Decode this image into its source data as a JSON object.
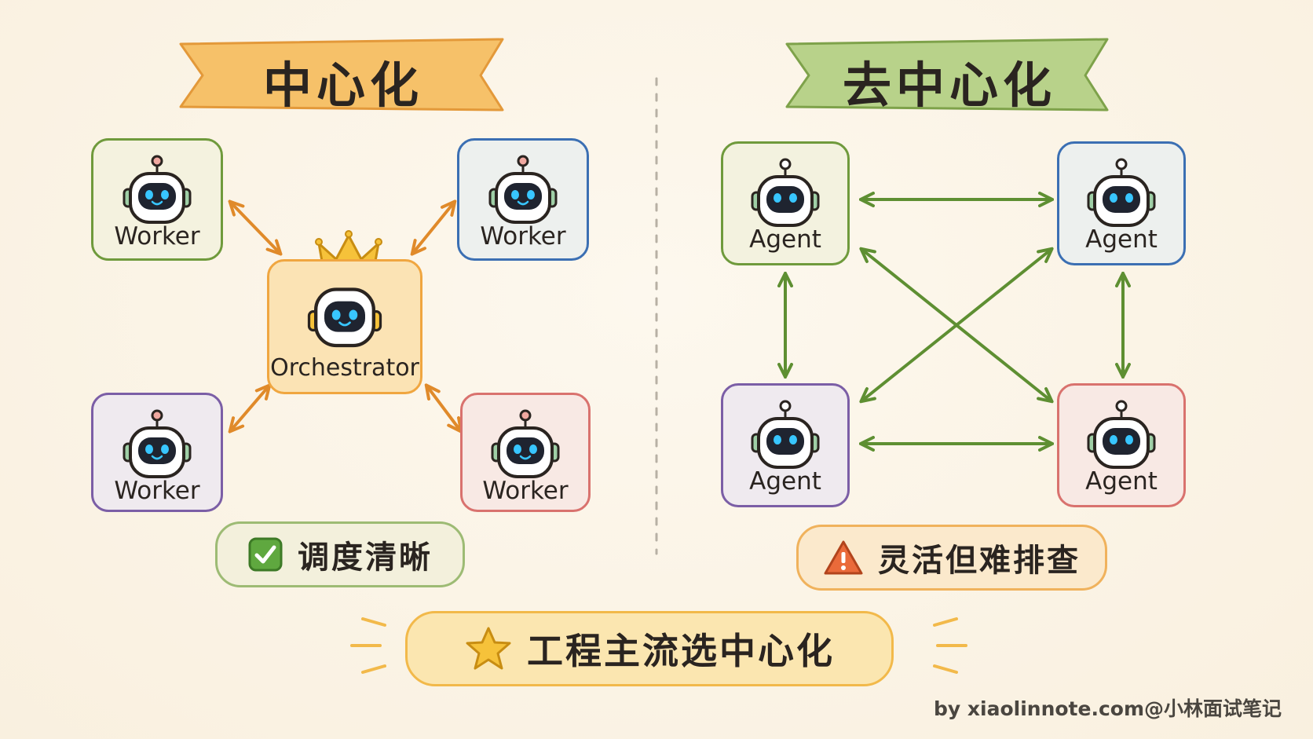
{
  "left_panel": {
    "title": "中心化",
    "orchestrator_label": "Orchestrator",
    "workers": [
      "Worker",
      "Worker",
      "Worker",
      "Worker"
    ],
    "summary": "调度清晰",
    "summary_icon": "check-icon"
  },
  "right_panel": {
    "title": "去中心化",
    "agents": [
      "Agent",
      "Agent",
      "Agent",
      "Agent"
    ],
    "summary": "灵活但难排查",
    "summary_icon": "warning-icon"
  },
  "conclusion": {
    "text": "工程主流选中心化",
    "icon": "star-icon"
  },
  "footer": "by xiaolinnote.com@小林面试笔记",
  "colors": {
    "orange": "#f0a640",
    "green": "#6f9a3c",
    "blue": "#3b6fb3",
    "purple": "#7b5ea6",
    "red": "#d9726e",
    "arrow_orange": "#e08a2a",
    "arrow_green": "#5e8f32"
  }
}
